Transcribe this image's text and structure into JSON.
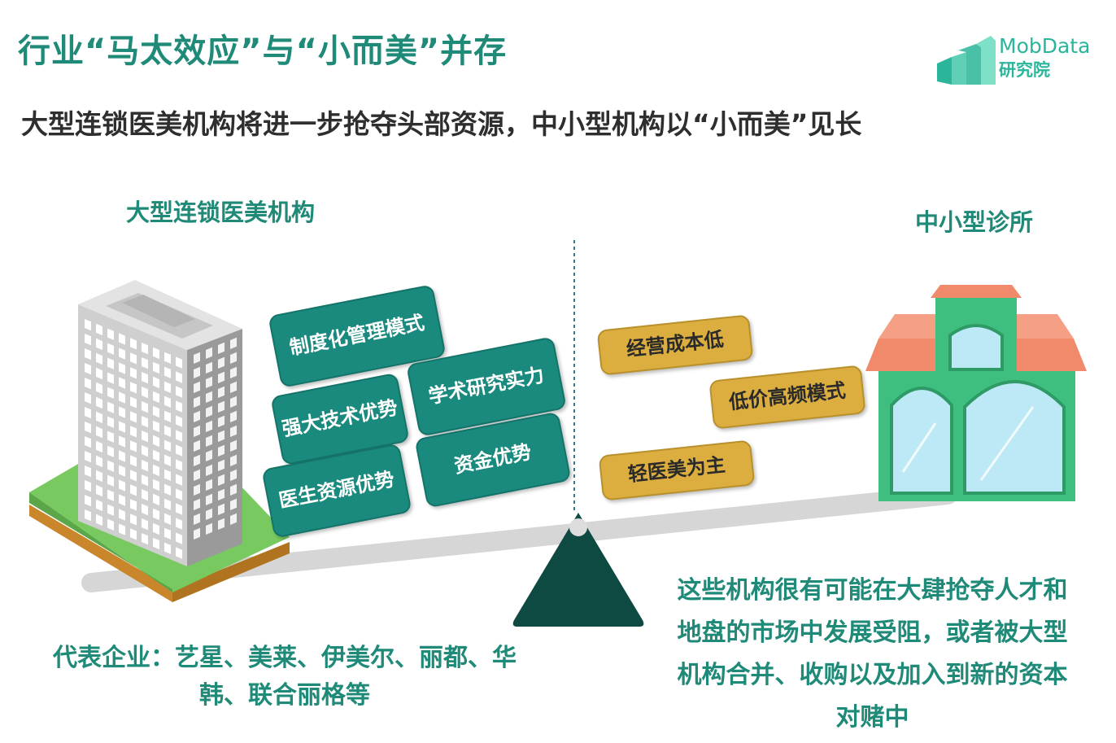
{
  "header": {
    "title": "行业“马太效应”与“小而美”并存",
    "subtitle": "大型连锁医美机构将进一步抢夺头部资源，中小型机构以“小而美”见长"
  },
  "logo": {
    "name_en": "MobData",
    "name_cn": "研究院",
    "icon": "bar-buildings-logo"
  },
  "left_side": {
    "heading": "大型连锁医美机构",
    "icon": "office-building-icon",
    "advantages": [
      "制度化管理模式",
      "学术研究实力",
      "强大技术优势",
      "医生资源优势",
      "资金优势"
    ],
    "representatives": "代表企业：艺星、美莱、伊美尔、丽都、华韩、联合丽格等"
  },
  "right_side": {
    "heading": "中小型诊所",
    "icon": "small-clinic-icon",
    "features": [
      "经营成本低",
      "低价高频模式",
      "轻医美为主"
    ],
    "note": "这些机构很有可能在大肆抢夺人才和地盘的市场中发展受阻，或者被大型机构合并、收购以及加入到新的资本对赌中"
  },
  "colors": {
    "teal_text": "#1f8a78",
    "teal_tag": "#1b8a7e",
    "gold_tag": "#dcae3f",
    "fulcrum": "#0f4a42",
    "lever": "#d9d9d9",
    "clinic_wall": "#3fbf7f",
    "clinic_roof": "#f08a6b"
  }
}
